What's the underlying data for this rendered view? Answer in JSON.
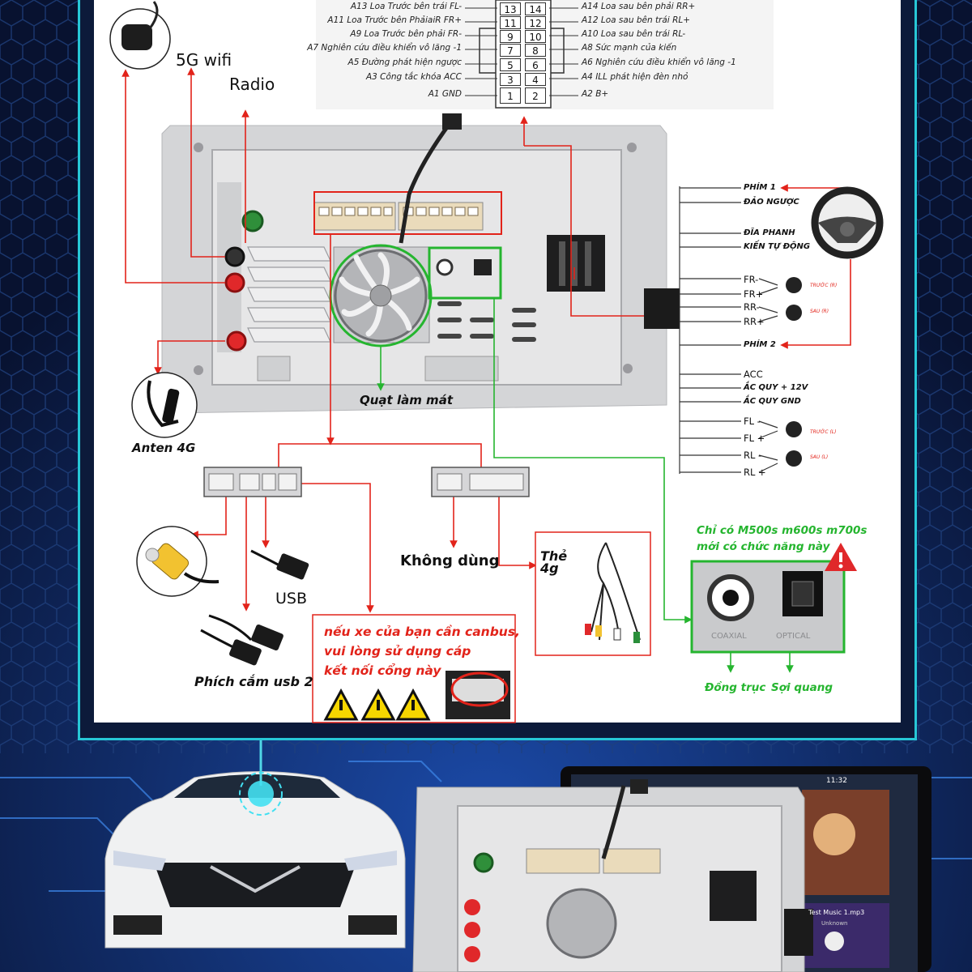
{
  "pinout": {
    "left": [
      {
        "pin": "13",
        "label": "A13 Loa Trước bên trái FL-"
      },
      {
        "pin": "11",
        "label": "A11 Loa Trước bên PhảiaiR FR+"
      },
      {
        "pin": "9",
        "label": "A9 Loa Trước bên phải FR-"
      },
      {
        "pin": "7",
        "label": "A7 Nghiên cứu điều khiển vô lăng -1"
      },
      {
        "pin": "5",
        "label": "A5 Đường phát hiện ngược"
      },
      {
        "pin": "3",
        "label": "A3 Công tắc khóa ACC"
      },
      {
        "pin": "1",
        "label": "A1 GND"
      }
    ],
    "right": [
      {
        "pin": "14",
        "label": "A14 Loa sau bên phải RR+"
      },
      {
        "pin": "12",
        "label": "A12 Loa sau bên trái RL+"
      },
      {
        "pin": "10",
        "label": "A10 Loa sau bên trái RL-"
      },
      {
        "pin": "8",
        "label": "A8 Sức mạnh của kiến"
      },
      {
        "pin": "6",
        "label": "A6 Nghiên cứu điều khiển vô lăng -1"
      },
      {
        "pin": "4",
        "label": "A4 ILL phát hiện đèn nhỏ"
      },
      {
        "pin": "2",
        "label": "A2 B+"
      }
    ]
  },
  "antennas": {
    "wifi": "5G wifi",
    "radio": "Radio",
    "lte": "Anten 4G"
  },
  "fan": "Quạt làm mát",
  "harness": {
    "phim1": "PHÍM 1",
    "dao_nguoc": "ĐẢO NGƯỢC",
    "dia_phanh": "ĐĨA PHANH",
    "kien_tu_dong": "KIẾN TỰ ĐỘNG",
    "fr_minus": "FR-",
    "fr_plus": "FR+",
    "rr_minus": "RR-",
    "rr_plus": "RR+",
    "truoc_r": "TRƯỚC (R)",
    "sau_r": "SAU (R)",
    "phim2": "PHÍM 2",
    "acc": "ACC",
    "acquy12": "ẮC QUY + 12V",
    "acquygnd": "ẮC QUY GND",
    "fl_minus": "FL -",
    "fl_plus": "FL +",
    "rl_minus": "RL -",
    "rl_plus": "RL +",
    "truoc_l": "TRƯỚC (L)",
    "sau_l": "SAU (L)"
  },
  "bottom": {
    "usb": "USB",
    "usb2": "Phích cắm usb 2",
    "khong_dung": "Không dùng",
    "the4g_1": "Thẻ",
    "the4g_2": "4g",
    "canbus_1": "nếu xe của bạn cần canbus,",
    "canbus_2": "vui lòng sử dụng cáp",
    "canbus_3": "kết nối cổng này",
    "models_1": "Chỉ có M500s m600s m700s",
    "models_2": "mới có chức năng này",
    "coaxial": "Đồng trục",
    "optical": "Sợi quang",
    "port_coaxial": "COAXIAL",
    "port_optical": "OPTICAL"
  },
  "screen": {
    "time": "11:32",
    "song": "Test Music 1.mp3",
    "artist": "Unknown"
  },
  "colors": {
    "accent": "#27c7d6",
    "wire": "#e2231a",
    "green": "#25b52f"
  }
}
